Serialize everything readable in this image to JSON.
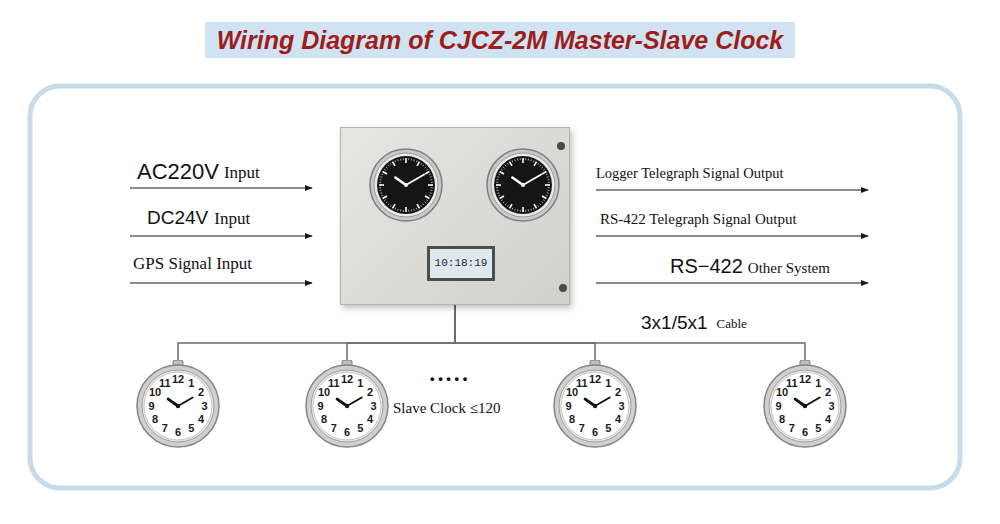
{
  "diagram": {
    "title": "Wiring Diagram of CJCZ-2M Master-Slave Clock",
    "nodes": [
      {
        "text": [
          "10:18:19"
        ]
      },
      {
        "text": [
          "12",
          "1",
          "2",
          "3",
          "4",
          "5",
          "6",
          "7",
          "8",
          "9",
          "10",
          "11"
        ]
      },
      {
        "text": [
          "12",
          "1",
          "2",
          "3",
          "4",
          "5",
          "6",
          "7",
          "8",
          "9",
          "10",
          "11"
        ]
      },
      {
        "text": [
          "12",
          "1",
          "2",
          "3",
          "4",
          "5",
          "6",
          "7",
          "8",
          "9",
          "10",
          "11"
        ]
      },
      {
        "text": [
          "12",
          "1",
          "2",
          "3",
          "4",
          "5",
          "6",
          "7",
          "8",
          "9",
          "10",
          "11"
        ]
      }
    ],
    "edges": [
      {
        "from": 0,
        "to": 1,
        "arrow": "none"
      },
      {
        "from": 0,
        "to": 2,
        "arrow": "none"
      },
      {
        "from": 0,
        "to": 3,
        "arrow": "none"
      },
      {
        "from": 0,
        "to": 4,
        "arrow": "none"
      }
    ],
    "labels": [
      "AC220V",
      "Input",
      "DC24V",
      "Input",
      "GPS Signal Input",
      "Logger Telegraph Signal Output",
      "RS-422 Telegraph Signal Output",
      "RS−422",
      "Other System",
      "3x1/5x1",
      "Cable",
      "• • • • •",
      "Slave Clock ≤120"
    ]
  }
}
